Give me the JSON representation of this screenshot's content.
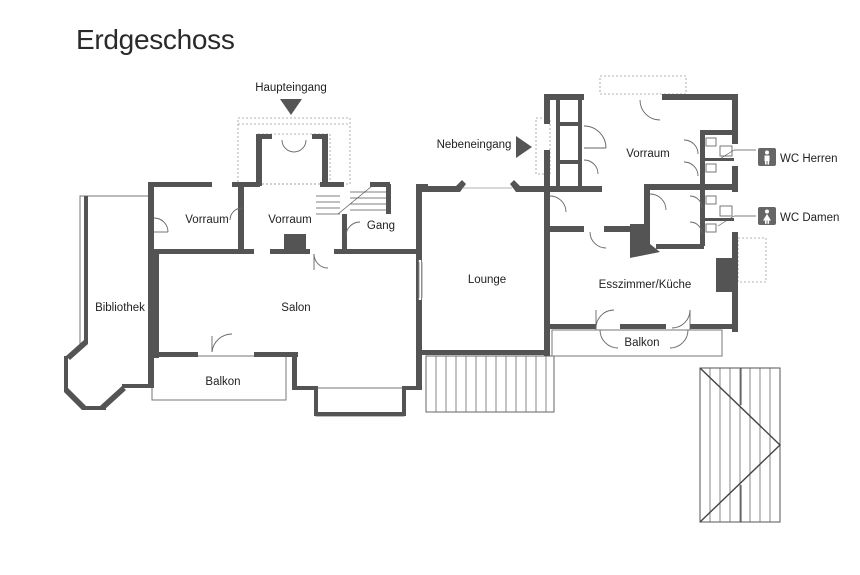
{
  "title": "Erdgeschoss",
  "labels": {
    "haupteingang": "Haupteingang",
    "nebeneingang": "Nebeneingang",
    "vorraum_1": "Vorraum",
    "vorraum_2": "Vorraum",
    "vorraum_3": "Vorraum",
    "gang": "Gang",
    "salon": "Salon",
    "lounge": "Lounge",
    "bibliothek": "Bibliothek",
    "balkon_1": "Balkon",
    "balkon_2": "Balkon",
    "esszimmer": "Esszimmer/Küche",
    "wc_herren": "WC Herren",
    "wc_damen": "WC Damen"
  },
  "colors": {
    "wall": "#545454",
    "text": "#222222",
    "icon": "#666666"
  },
  "icons": {
    "wc_herren": "man-icon",
    "wc_damen": "woman-icon",
    "entrance": "arrow-icon"
  }
}
